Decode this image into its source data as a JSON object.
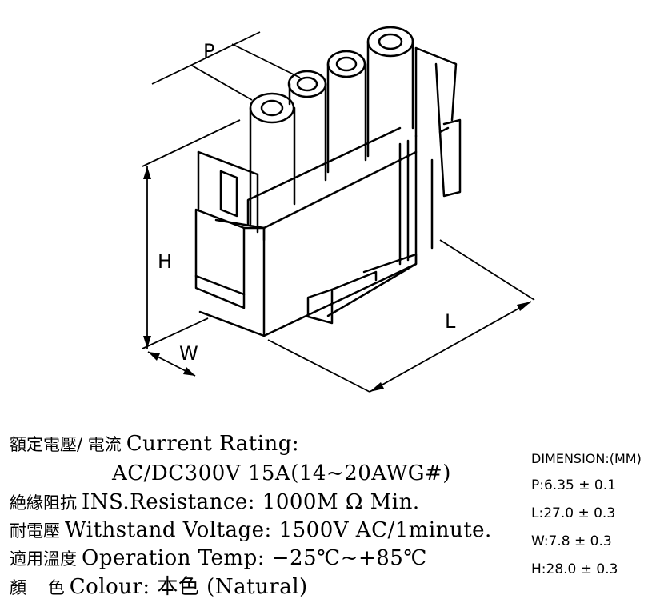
{
  "drawing": {
    "labels": {
      "p": "P",
      "h": "H",
      "w": "W",
      "l": "L"
    }
  },
  "specs": [
    {
      "cn": "額定電壓/ 電流",
      "en": "Current  Rating:"
    },
    {
      "cn": "",
      "en": "AC/DC300V  15A(14~20AWG#)"
    },
    {
      "cn": "絶緣阻抗",
      "en": "INS.Resistance: 1000M Ω Min."
    },
    {
      "cn": "耐電壓",
      "en": "Withstand  Voltage: 1500V  AC/1minute."
    },
    {
      "cn": "適用溫度",
      "en": "Operation  Temp: −25℃~+85℃"
    },
    {
      "cn": "顏    色",
      "en": "Colour: 本色 (Natural)"
    }
  ],
  "dimensions": {
    "title": "DIMENSION:(MM)",
    "rows": [
      {
        "text": "P:6.35 ± 0.1"
      },
      {
        "text": "L:27.0 ± 0.3"
      },
      {
        "text": "W:7.8 ± 0.3"
      },
      {
        "text": "H:28.0 ± 0.3"
      }
    ]
  }
}
